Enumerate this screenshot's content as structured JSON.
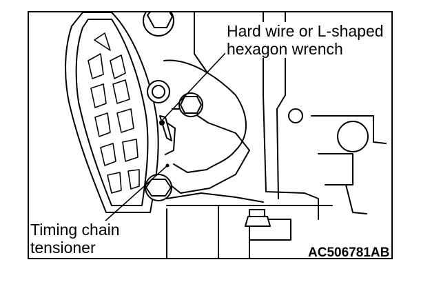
{
  "callouts": {
    "wrench_line1": "Hard wire or L-shaped",
    "wrench_line2": "hexagon wrench",
    "tensioner_line1": "Timing chain",
    "tensioner_line2": "tensioner"
  },
  "figure_code": "AC506781AB",
  "colors": {
    "ink": "#000000",
    "paper": "#ffffff"
  }
}
